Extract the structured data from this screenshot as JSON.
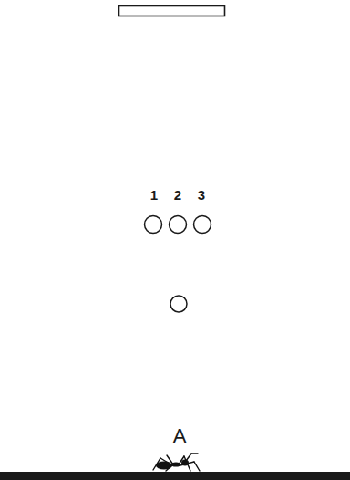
{
  "diagram": {
    "labels": [
      "1",
      "2",
      "3",
      "A"
    ]
  }
}
